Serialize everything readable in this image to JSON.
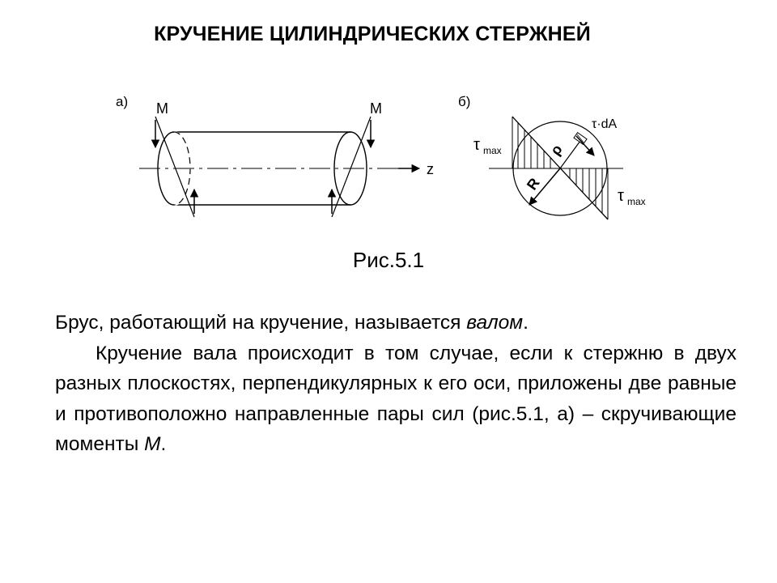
{
  "title": "КРУЧЕНИЕ ЦИЛИНДРИЧЕСКИХ СТЕРЖНЕЙ",
  "figure": {
    "panel_a": {
      "label": "а)",
      "moment_left": "M",
      "moment_right": "M",
      "axis": "z"
    },
    "panel_b": {
      "label": "б)",
      "tau_dA": "τ·dA",
      "tau": "τ",
      "max": "max",
      "rho": "ρ",
      "R": "R"
    },
    "caption": "Рис.5.1"
  },
  "paragraph1": {
    "text_before": "Брус, работающий на кручение, называется ",
    "italic": "валом",
    "text_after": "."
  },
  "paragraph2": {
    "text_before": "Кручение вала происходит в том случае, если к стержню в двух разных плоскостях, перпендикулярных к его оси, приложены две равные и противоположно направленные пары сил (рис.5.1, а) – скручивающие моменты ",
    "italic": "M",
    "text_after": "."
  }
}
